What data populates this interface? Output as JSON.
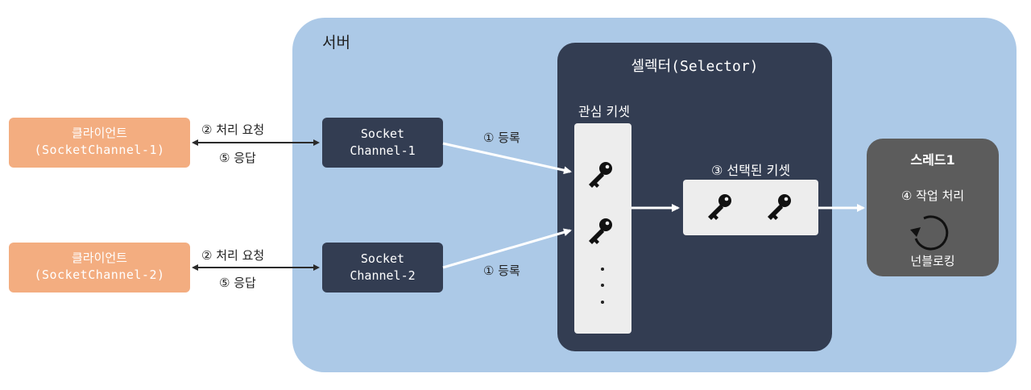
{
  "server": {
    "title": "서버"
  },
  "selector": {
    "title": "셀렉터(Selector)",
    "interest_keyset": "관심 키셋",
    "selected_keyset": "③ 선택된 키셋"
  },
  "clients": [
    {
      "line1": "클라이언트",
      "line2": "(SocketChannel-1)"
    },
    {
      "line1": "클라이언트",
      "line2": "(SocketChannel-2)"
    }
  ],
  "channels": [
    {
      "line1": "Socket",
      "line2": "Channel-1"
    },
    {
      "line1": "Socket",
      "line2": "Channel-2"
    }
  ],
  "labels": {
    "request": "② 처리 요청",
    "response": "⑤ 응답",
    "register": "① 등록"
  },
  "thread": {
    "title": "스레드1",
    "task": "④ 작업 처리",
    "mode": "넌블로킹"
  },
  "colors": {
    "server_bg": "#acc9e7",
    "selector_bg": "#333d52",
    "client_bg": "#f3ad80",
    "thread_bg": "#5c5c5c",
    "keyset_bg": "#ededed"
  }
}
